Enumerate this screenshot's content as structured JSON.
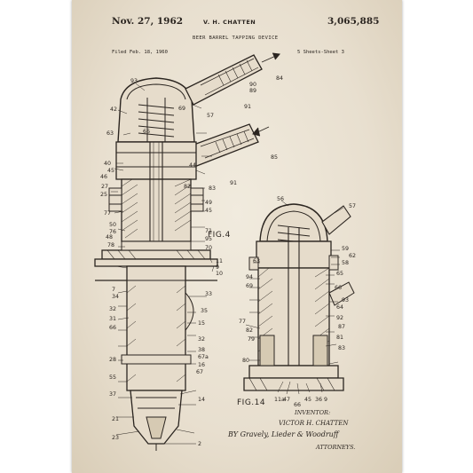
{
  "header": {
    "date": "Nov. 27, 1962",
    "inventor": "V. H. CHATTEN",
    "patent_number": "3,065,885",
    "title": "BEER BARREL TAPPING DEVICE",
    "filed": "Filed Feb. 18, 1960",
    "sheets": "5 Sheets-Sheet 3"
  },
  "figures": {
    "fig4": "FIG.4",
    "fig14": "FIG.14"
  },
  "signature": {
    "inventor_label": "INVENTOR:",
    "inventor_name": "VICTOR H. CHATTEN",
    "by_line": "BY Gravely, Lieder & Woodruff",
    "attorneys": "ATTORNEYS."
  },
  "reference_numerals_fig4": [
    "93",
    "84",
    "90",
    "89",
    "91",
    "42",
    "69",
    "57",
    "63",
    "66",
    "85",
    "44",
    "40",
    "45",
    "46",
    "82",
    "83",
    "27",
    "25",
    "91",
    "49",
    "45",
    "77",
    "50",
    "48",
    "76",
    "78",
    "71",
    "95",
    "70",
    "11",
    "9",
    "10",
    "7",
    "34",
    "33",
    "35",
    "32",
    "31",
    "15",
    "66",
    "32",
    "38",
    "67a",
    "16",
    "28",
    "67",
    "55",
    "37",
    "14",
    "21",
    "23",
    "2"
  ],
  "reference_numerals_fig14": [
    "56",
    "57",
    "59",
    "62",
    "58",
    "65",
    "63",
    "94",
    "69",
    "66",
    "93",
    "64",
    "92",
    "82",
    "79",
    "87",
    "81",
    "83",
    "77",
    "80",
    "11a",
    "47",
    "66",
    "45",
    "36",
    "9"
  ],
  "colors": {
    "paper": "#ece4d5",
    "ink": "#2b2520"
  }
}
